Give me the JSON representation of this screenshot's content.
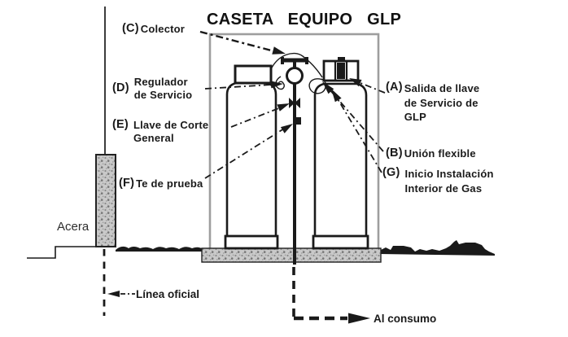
{
  "title": "CASETA EQUIPO GLP",
  "callouts": {
    "a": {
      "letter": "(A)",
      "lines": [
        "Salida de llave",
        "de Servicio de",
        "GLP"
      ]
    },
    "b": {
      "letter": "(B)",
      "lines": [
        "Unión flexible"
      ]
    },
    "c": {
      "letter": "(C)",
      "lines": [
        "Colector"
      ]
    },
    "d": {
      "letter": "(D)",
      "lines": [
        "Regulador",
        "de Servicio"
      ]
    },
    "e": {
      "letter": "(E)",
      "lines": [
        "Llave de Corte",
        "General"
      ]
    },
    "f": {
      "letter": "(F)",
      "lines": [
        "Te de prueba"
      ]
    },
    "g": {
      "letter": "(G)",
      "lines": [
        "Inicio Instalación",
        "Interior de Gas"
      ]
    }
  },
  "ground": {
    "acera": "Acera",
    "linea_oficial": "Línea oficial",
    "al_consumo": "Al consumo"
  },
  "colors": {
    "ink": "#1a1a1a",
    "caseta_outline": "#9e9e9e",
    "texture_fill": "#c9c9c9",
    "background": "#ffffff"
  }
}
